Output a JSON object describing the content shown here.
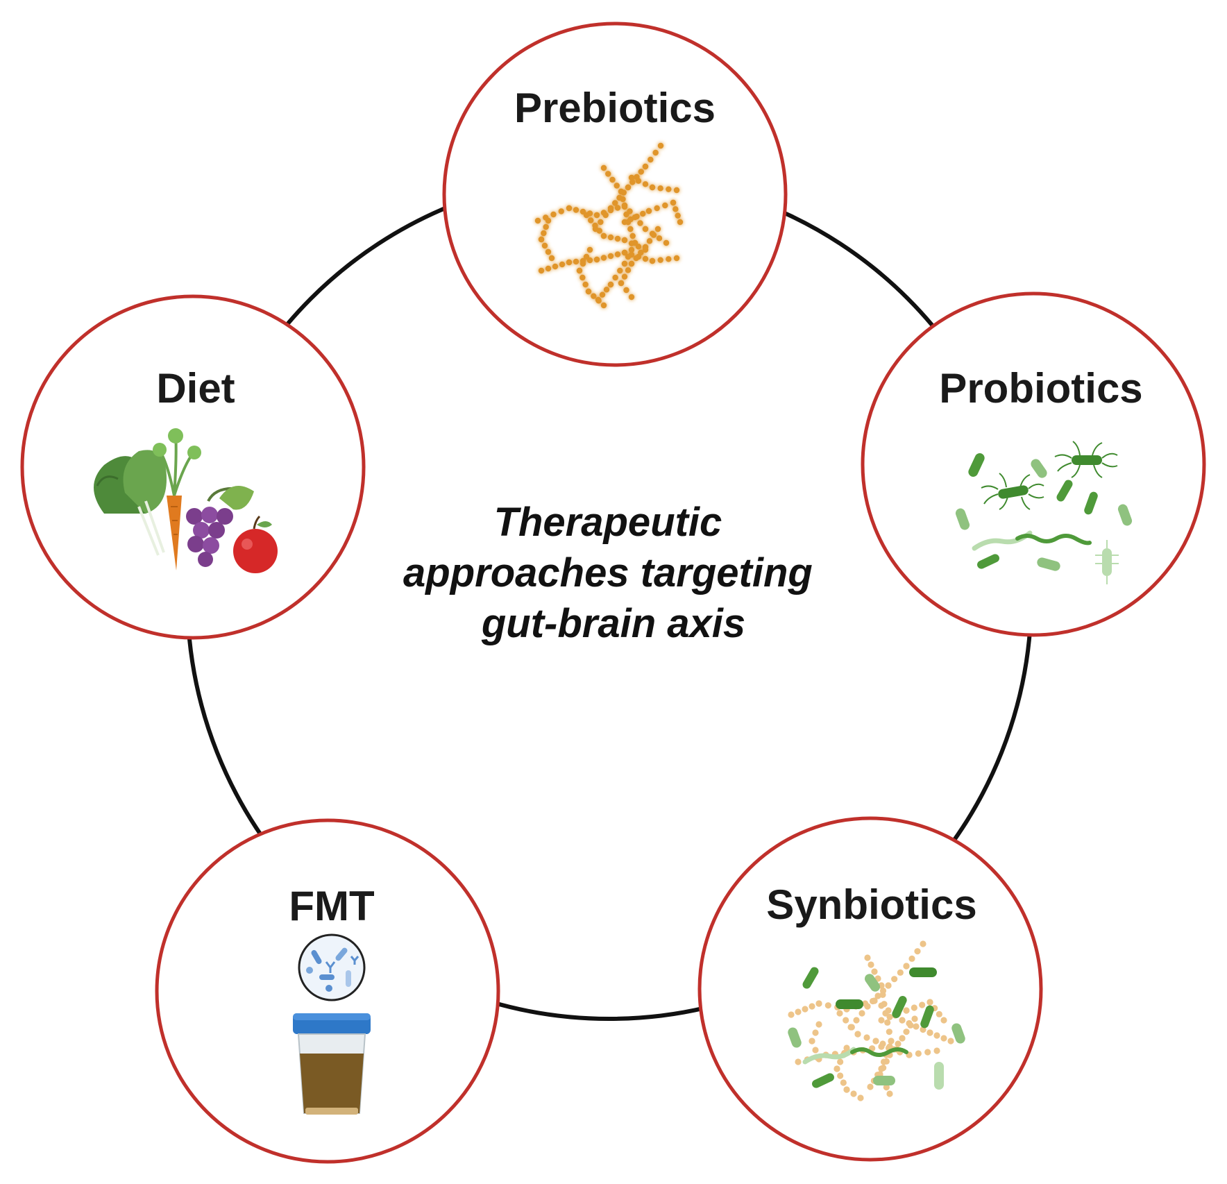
{
  "center_title": {
    "line1": "Therapeutic",
    "line2": "approaches targeting",
    "line3": "gut-brain axis"
  },
  "nodes": {
    "prebiotics": {
      "label": "Prebiotics"
    },
    "probiotics": {
      "label": "Probiotics"
    },
    "synbiotics": {
      "label": "Synbiotics"
    },
    "fmt": {
      "label": "FMT"
    },
    "diet": {
      "label": "Diet"
    }
  },
  "colors": {
    "node_ring": "#c0302b",
    "connector": "#111111",
    "fiber": "#e0952a",
    "bacteria_dark": "#4f9a3a",
    "bacteria_light": "#a9d39a",
    "fmt_lid": "#2e78c8",
    "fmt_stool": "#7a5a24"
  }
}
